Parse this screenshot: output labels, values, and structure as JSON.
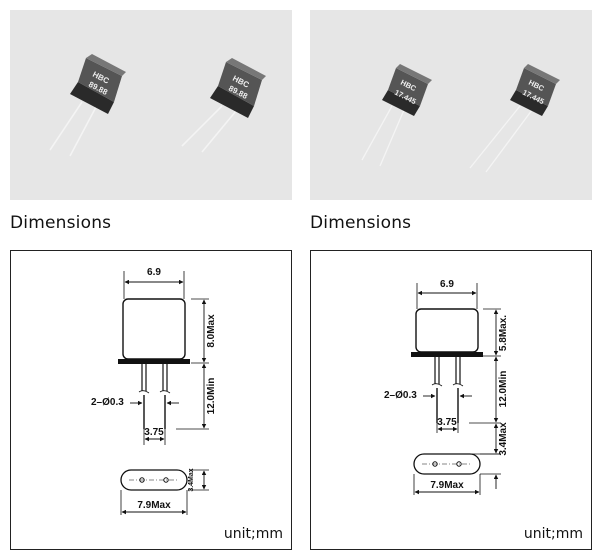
{
  "photos": {
    "left": {
      "crystals": [
        {
          "line1": "HBC",
          "line2": "89.88"
        },
        {
          "line1": "HBC",
          "line2": "89.88"
        }
      ]
    },
    "right": {
      "crystals": [
        {
          "line1": "HBC",
          "line2": "17.445"
        },
        {
          "line1": "HBC",
          "line2": "17.445"
        }
      ]
    }
  },
  "captions": {
    "left": "Dimensions",
    "right": "Dimensions"
  },
  "drawings": {
    "left": {
      "width": "6.9",
      "height": "8.0Max",
      "lead_length": "12.0Min",
      "lead_spec": "2–Ø0.3",
      "pitch": "3.75",
      "base_length": "7.9Max",
      "base_width": "3.4Max",
      "unit": "unit;mm"
    },
    "right": {
      "width": "6.9",
      "height": "5.8Max.",
      "lead_length": "12.0Min",
      "lead_spec": "2–Ø0.3",
      "pitch": "3.75",
      "base_length": "7.9Max",
      "base_width": "3.4Max",
      "unit": "unit;mm"
    }
  }
}
